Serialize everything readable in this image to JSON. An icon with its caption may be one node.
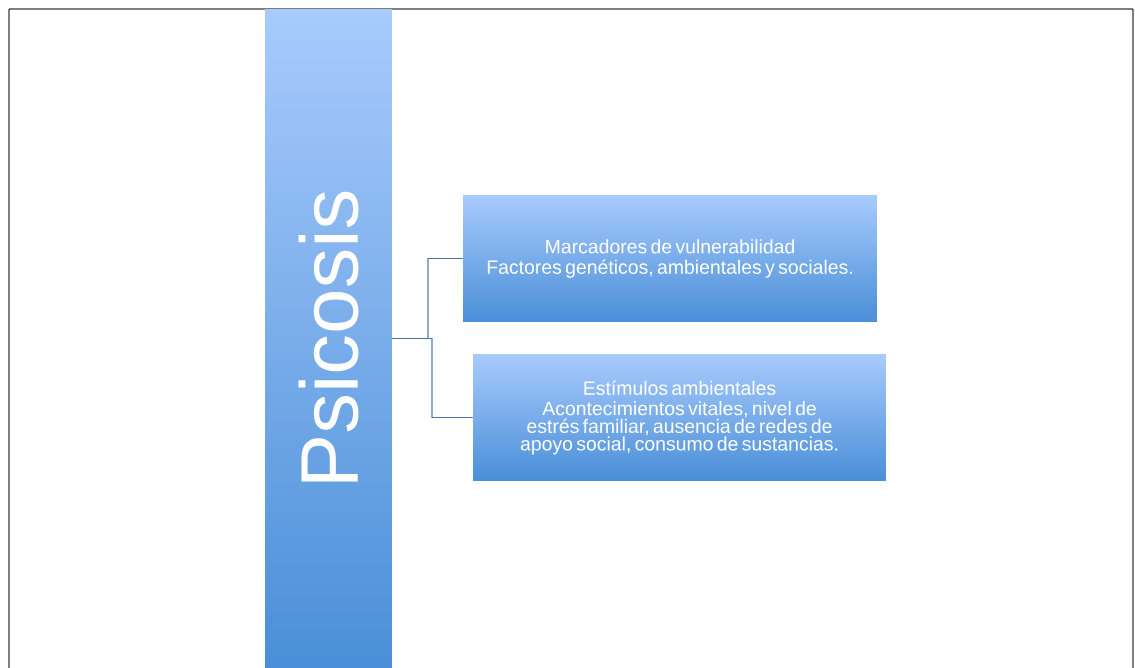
{
  "diagram": {
    "nodes": [
      {
        "text": [
          "Psicosis"
        ]
      },
      {
        "text": [
          "Marcadores de vulnerabilidad",
          "Factores genéticos, ambientales y sociales."
        ]
      },
      {
        "text": [
          "Estímulos ambientales",
          "Acontecimientos vitales, nivel de estrés familiar, ausencia de redes de apoyo social, consumo de sustancias."
        ]
      }
    ],
    "edges": [
      {
        "from": 0,
        "to": 1,
        "arrow": "none"
      },
      {
        "from": 0,
        "to": 2,
        "arrow": "none"
      }
    ]
  }
}
